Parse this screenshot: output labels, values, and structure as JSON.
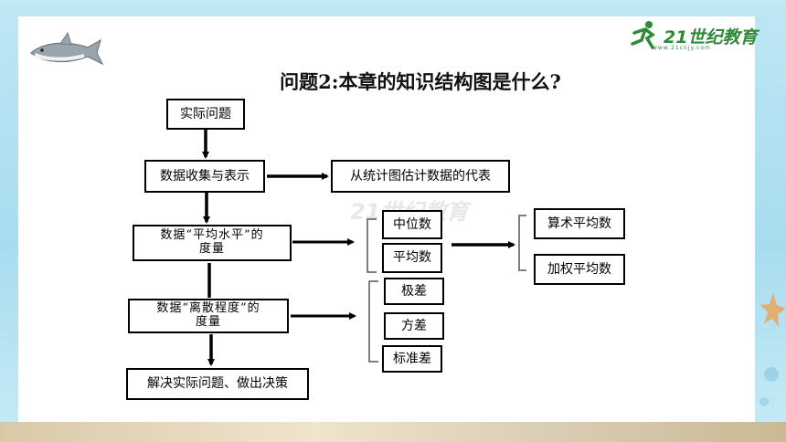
{
  "title": "问题2:本章的知识结构图是什么?",
  "logo": {
    "brand": "21世纪教育",
    "url": "www.21cnjy.com"
  },
  "nodes": {
    "practical_problem": "实际问题",
    "data_collect": "数据收集与表示",
    "estimate_from_chart": "从统计图估计数据的代表",
    "central_tendency": [
      "数据“平均水平”的",
      "度量"
    ],
    "dispersion": [
      "数据“离散程度”的",
      "度量"
    ],
    "decision": "解决实际问题、做出决策",
    "median": "中位数",
    "mean": "平均数",
    "arithmetic_mean": "算术平均数",
    "weighted_mean": "加权平均数",
    "range": "极差",
    "variance": "方差",
    "std_dev": "标准差"
  },
  "colors": {
    "background": "#bfe7f4",
    "slide": "#ffffff",
    "logo_green": "#2d8a36"
  }
}
